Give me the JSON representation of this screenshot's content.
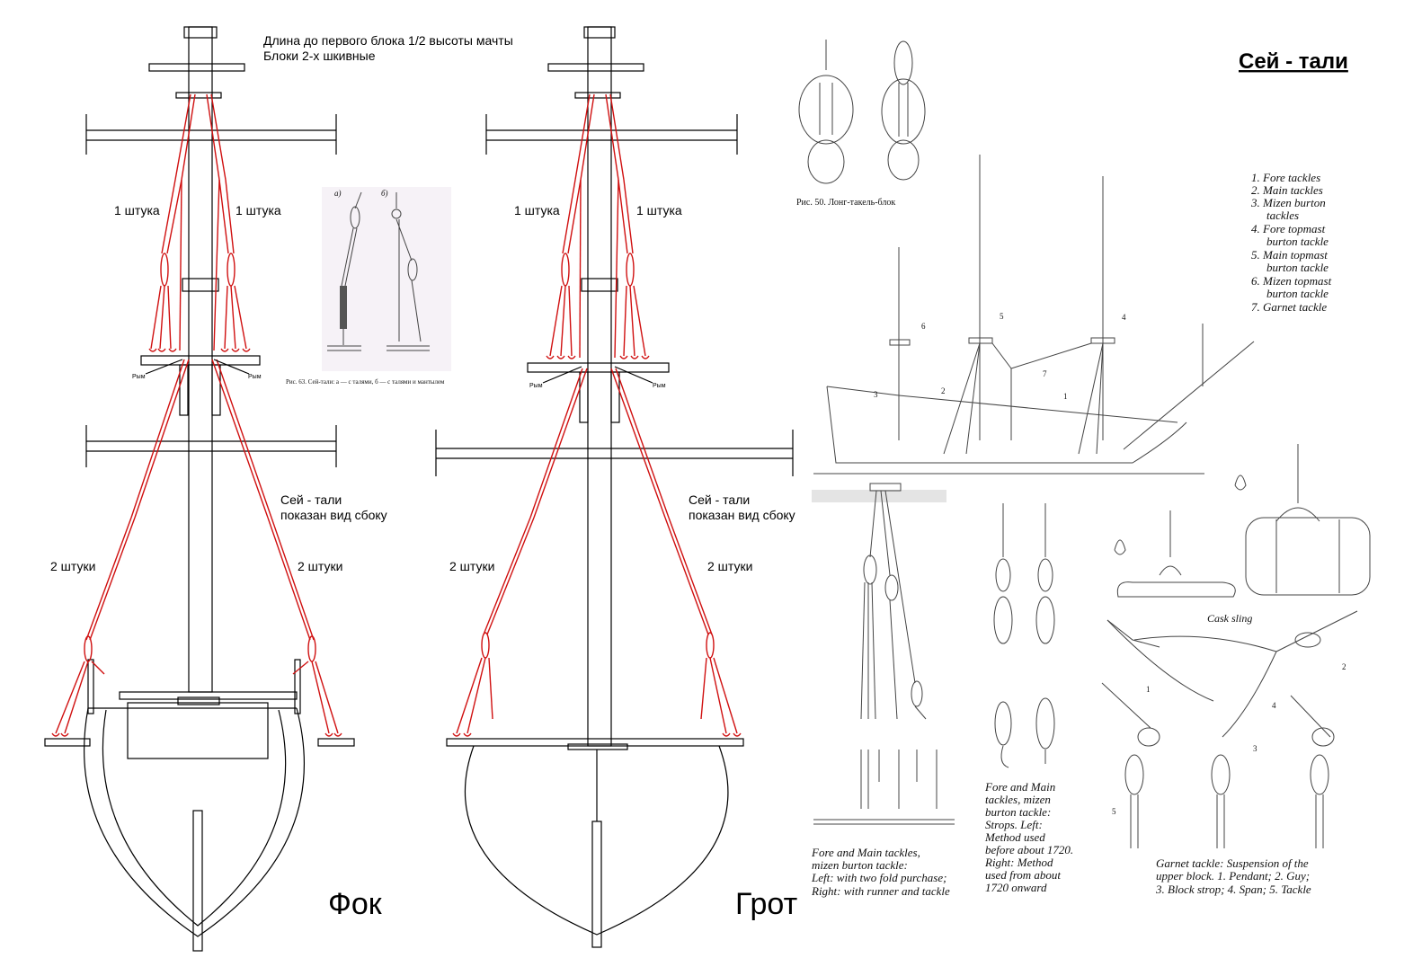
{
  "title": "Сей - тали",
  "top_note": {
    "line1": "Длина до первого блока 1/2 высоты мачты",
    "line2": "Блоки 2-х шкивные"
  },
  "fore": {
    "mast_name": "Фок",
    "upper_left": "1 штука",
    "upper_right": "1 штука",
    "lower_left": "2 штуки",
    "lower_right": "2 штуки",
    "side_note1": "Сей - тали",
    "side_note2": "показан вид сбоку",
    "ring_left": "Рым",
    "ring_right": "Рым"
  },
  "main": {
    "mast_name": "Грот",
    "upper_left": "1 штука",
    "upper_right": "1 штука",
    "lower_left": "2 штуки",
    "lower_right": "2 штуки",
    "side_note1": "Сей - тали",
    "side_note2": "показан вид сбоку",
    "ring_left": "Рым",
    "ring_right": "Рым"
  },
  "inset_fig63": {
    "mark_a": "а)",
    "mark_b": "б)",
    "caption": "Рис. 63. Сей-тали: а — с талями, б — с талями и мантылем"
  },
  "fig50": {
    "caption": "Рис. 50. Лонг-такель-блок"
  },
  "ship_legend": [
    "1. Fore tackles",
    "2. Main tackles",
    "3. Mizen burton",
    "tackles",
    "4. Fore topmast",
    "burton tackle",
    "5. Main topmast",
    "burton tackle",
    "6. Mizen topmast",
    "burton tackle",
    "7. Garnet tackle"
  ],
  "ship_numbers": [
    "1",
    "2",
    "3",
    "4",
    "5",
    "6",
    "7"
  ],
  "cask_sling": "Cask sling",
  "caption_left": [
    "Fore and Main tackles,",
    "mizen burton tackle:",
    "Left: with two fold purchase;",
    "Right: with runner and tackle"
  ],
  "caption_mid": [
    "Fore and Main",
    "tackles, mizen",
    "burton tackle:",
    "Strops. Left:",
    "Method used",
    "before about 1720.",
    "Right: Method",
    "used from about",
    "1720 onward"
  ],
  "caption_right": [
    "Garnet tackle: Suspension of the",
    "upper block. 1. Pendant; 2. Guy;",
    "3. Block strop; 4. Span; 5. Tackle"
  ],
  "garnet_numbers": [
    "1",
    "2",
    "3",
    "4",
    "5"
  ],
  "colors": {
    "tackle_red": "#d01010",
    "ink": "#000000"
  }
}
